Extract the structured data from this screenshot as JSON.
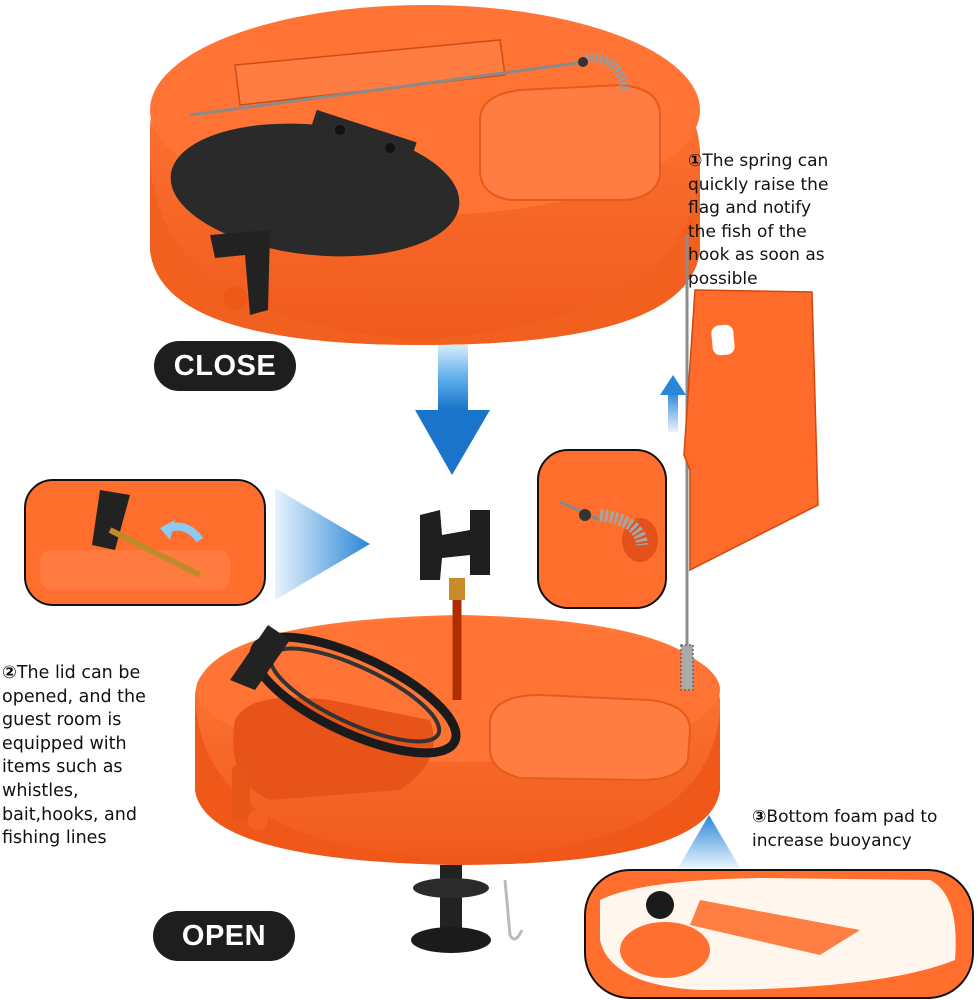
{
  "labels": {
    "close": "CLOSE",
    "open": "OPEN"
  },
  "callouts": {
    "spring": {
      "number": "①",
      "text": "The spring can\nquickly raise the\nflag and notify\nthe fish of the\nhook as soon as\npossible"
    },
    "lid": {
      "number": "②",
      "text": "The lid can be\nopened, and the\nguest room is\nequipped with\nitems such as\nwhistles,\nbait,hooks, and\nfishing lines"
    },
    "foam": {
      "number": "③",
      "text": "Bottom foam pad to\nincrease buoyancy"
    }
  },
  "colors": {
    "body": "#ff6a2a",
    "body_shadow": "#e85518",
    "black_part": "#222222",
    "arrow_blue": "#1e7fd0",
    "pill": "#1e1e1e"
  }
}
